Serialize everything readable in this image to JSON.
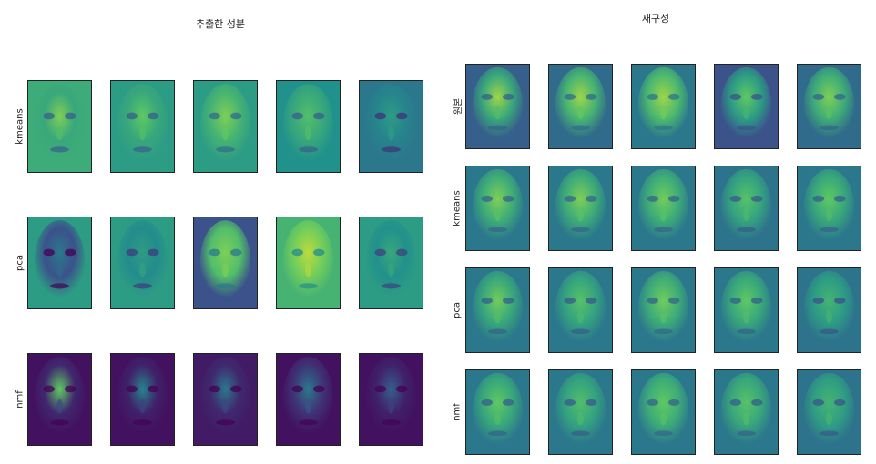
{
  "figure": {
    "left_panel": {
      "title": "추출한 성분",
      "rows": [
        "kmeans",
        "pca",
        "nmf"
      ],
      "columns": 5
    },
    "right_panel": {
      "title": "재구성",
      "rows": [
        "원본",
        "kmeans",
        "pca",
        "nmf"
      ],
      "columns": 5
    }
  },
  "colormap": {
    "name": "viridis",
    "stops": [
      "#440154",
      "#3b528b",
      "#21918c",
      "#5ec962",
      "#fde725"
    ]
  },
  "chart_data": [
    {
      "type": "heatmap",
      "title": "추출한 성분",
      "rows": [
        "kmeans",
        "pca",
        "nmf"
      ],
      "columns": 5,
      "cells": [
        [
          {
            "bg": 0.62,
            "face": 0.6,
            "glow": 0.8
          },
          {
            "bg": 0.55,
            "face": 0.6,
            "glow": 0.75
          },
          {
            "bg": 0.55,
            "face": 0.65,
            "glow": 0.8
          },
          {
            "bg": 0.5,
            "face": 0.6,
            "glow": 0.7
          },
          {
            "bg": 0.4,
            "face": 0.45,
            "glow": 0.55
          }
        ],
        [
          {
            "bg": 0.55,
            "face": 0.25,
            "glow": 0.4
          },
          {
            "bg": 0.55,
            "face": 0.48,
            "glow": 0.55
          },
          {
            "bg": 0.25,
            "face": 0.7,
            "glow": 0.8
          },
          {
            "bg": 0.65,
            "face": 0.78,
            "glow": 0.9
          },
          {
            "bg": 0.55,
            "face": 0.5,
            "glow": 0.6
          }
        ],
        [
          {
            "bg": 0.05,
            "face": 0.12,
            "glow": 0.75
          },
          {
            "bg": 0.05,
            "face": 0.1,
            "glow": 0.45
          },
          {
            "bg": 0.08,
            "face": 0.12,
            "glow": 0.4
          },
          {
            "bg": 0.05,
            "face": 0.15,
            "glow": 0.4
          },
          {
            "bg": 0.05,
            "face": 0.1,
            "glow": 0.3
          }
        ]
      ]
    },
    {
      "type": "heatmap",
      "title": "재구성",
      "rows": [
        "원본",
        "kmeans",
        "pca",
        "nmf"
      ],
      "columns": 5,
      "cells": [
        [
          {
            "bg": 0.3,
            "face": 0.6,
            "glow": 0.85
          },
          {
            "bg": 0.35,
            "face": 0.65,
            "glow": 0.85
          },
          {
            "bg": 0.4,
            "face": 0.68,
            "glow": 0.85
          },
          {
            "bg": 0.25,
            "face": 0.55,
            "glow": 0.75
          },
          {
            "bg": 0.35,
            "face": 0.62,
            "glow": 0.8
          }
        ],
        [
          {
            "bg": 0.4,
            "face": 0.62,
            "glow": 0.8
          },
          {
            "bg": 0.4,
            "face": 0.62,
            "glow": 0.8
          },
          {
            "bg": 0.4,
            "face": 0.62,
            "glow": 0.78
          },
          {
            "bg": 0.38,
            "face": 0.58,
            "glow": 0.72
          },
          {
            "bg": 0.4,
            "face": 0.6,
            "glow": 0.75
          }
        ],
        [
          {
            "bg": 0.4,
            "face": 0.6,
            "glow": 0.78
          },
          {
            "bg": 0.4,
            "face": 0.58,
            "glow": 0.72
          },
          {
            "bg": 0.4,
            "face": 0.62,
            "glow": 0.78
          },
          {
            "bg": 0.4,
            "face": 0.6,
            "glow": 0.75
          },
          {
            "bg": 0.38,
            "face": 0.55,
            "glow": 0.65
          }
        ],
        [
          {
            "bg": 0.4,
            "face": 0.6,
            "glow": 0.75
          },
          {
            "bg": 0.4,
            "face": 0.58,
            "glow": 0.7
          },
          {
            "bg": 0.4,
            "face": 0.62,
            "glow": 0.75
          },
          {
            "bg": 0.4,
            "face": 0.6,
            "glow": 0.72
          },
          {
            "bg": 0.38,
            "face": 0.56,
            "glow": 0.65
          }
        ]
      ]
    }
  ]
}
